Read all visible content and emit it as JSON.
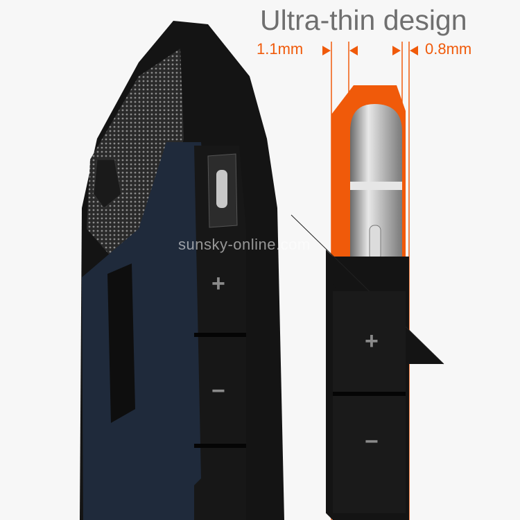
{
  "title": "Ultra-thin design",
  "dimensions": {
    "left": "1.1mm",
    "right": "0.8mm"
  },
  "watermark": "sunsky-online.com",
  "buttons": {
    "plus": "+",
    "minus": "−"
  },
  "colors": {
    "accent": "#f05a0a",
    "case_navy": "#1f2a3b",
    "frame_black": "#141414",
    "background": "#f7f7f7"
  }
}
